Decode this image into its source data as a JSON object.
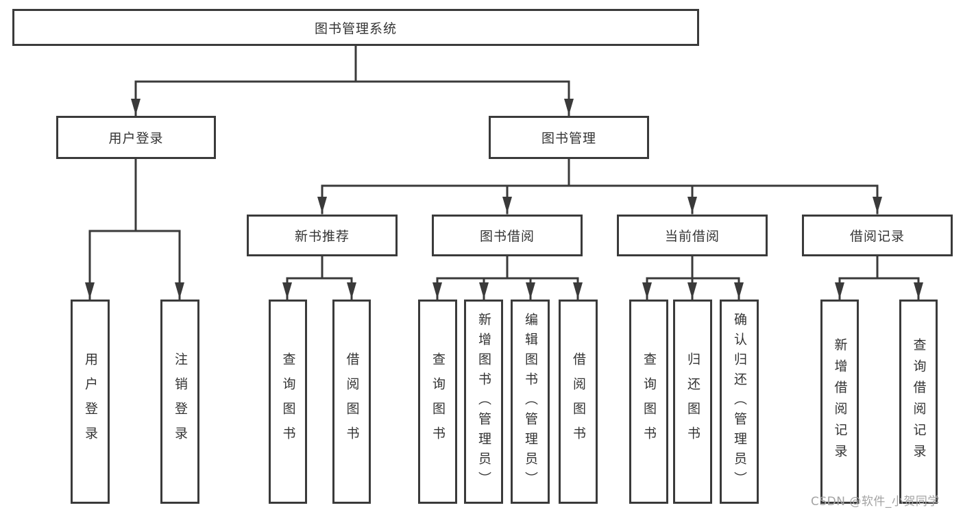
{
  "diagram": {
    "type": "tree",
    "line_color": "#3a3a3a",
    "text_color": "#333333",
    "background": "#ffffff",
    "tree": {
      "label": "图书管理系统",
      "children": [
        {
          "label": "用户登录",
          "children": [
            {
              "label": "用户登录"
            },
            {
              "label": "注销登录"
            }
          ]
        },
        {
          "label": "图书管理",
          "children": [
            {
              "label": "新书推荐",
              "children": [
                {
                  "label": "查询图书"
                },
                {
                  "label": "借阅图书"
                }
              ]
            },
            {
              "label": "图书借阅",
              "children": [
                {
                  "label": "查询图书"
                },
                {
                  "label": "新增图书（管理员）"
                },
                {
                  "label": "编辑图书（管理员）"
                },
                {
                  "label": "借阅图书"
                }
              ]
            },
            {
              "label": "当前借阅",
              "children": [
                {
                  "label": "查询图书"
                },
                {
                  "label": "归还图书"
                },
                {
                  "label": "确认归还（管理员）"
                }
              ]
            },
            {
              "label": "借阅记录",
              "children": [
                {
                  "label": "新增借阅记录"
                },
                {
                  "label": "查询借阅记录"
                }
              ]
            }
          ]
        }
      ]
    }
  },
  "watermark": {
    "text": "CSDN @软件_小贺同学",
    "color": "#a3a3a3"
  }
}
